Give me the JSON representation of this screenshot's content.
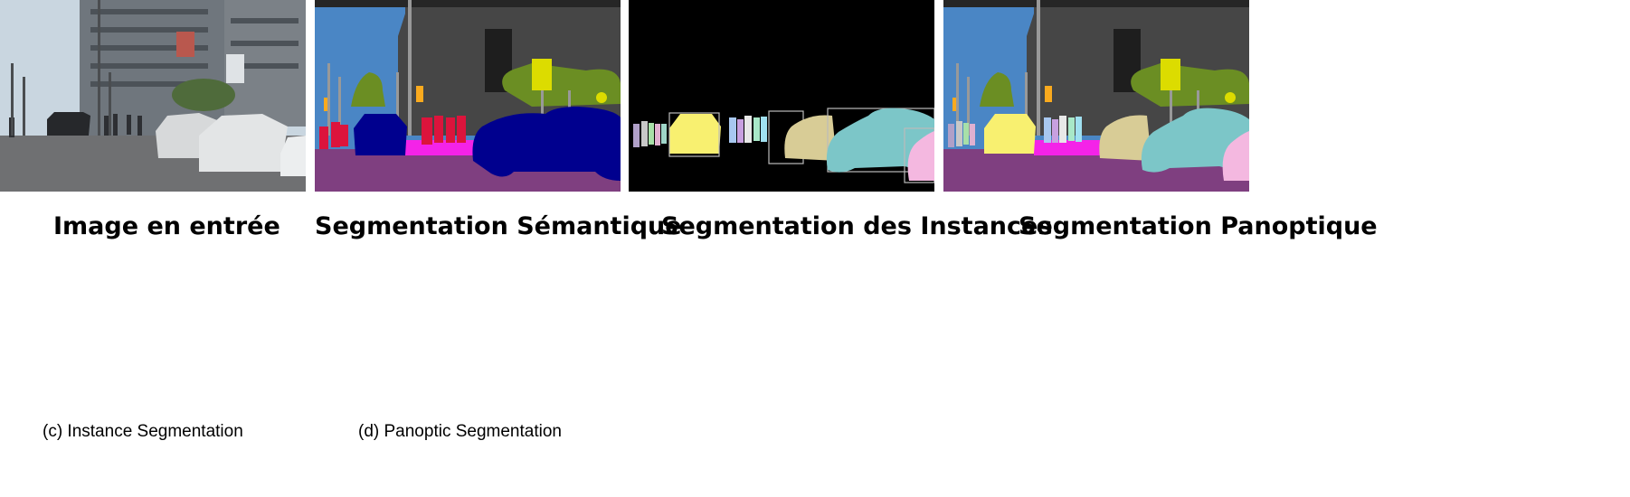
{
  "captions": {
    "input": "Image en entrée",
    "semantic": "Segmentation Sémantique",
    "instance": "Segmentation des Instances",
    "panoptic": "Segmentation Panoptique"
  },
  "subcaptions": {
    "c": "(c) Instance Segmentation",
    "d": "(d) Panoptic Segmentation"
  },
  "colors": {
    "sky": "#4a86c5",
    "building": "#464646",
    "vegetation": "#6b8e23",
    "road": "#7f3f80",
    "sidewalk": "#f423e8",
    "car_semantic": "#00008e",
    "person_semantic": "#dc143c",
    "traffic_light": "#faaa1e",
    "traffic_sign": "#dcdc00",
    "pole": "#999999",
    "car_instance_1": "#f8f070",
    "car_instance_2": "#d8cc96",
    "car_instance_3": "#7cc6c8",
    "car_instance_4": "#f4b8e0",
    "background_instance": "#000000"
  }
}
